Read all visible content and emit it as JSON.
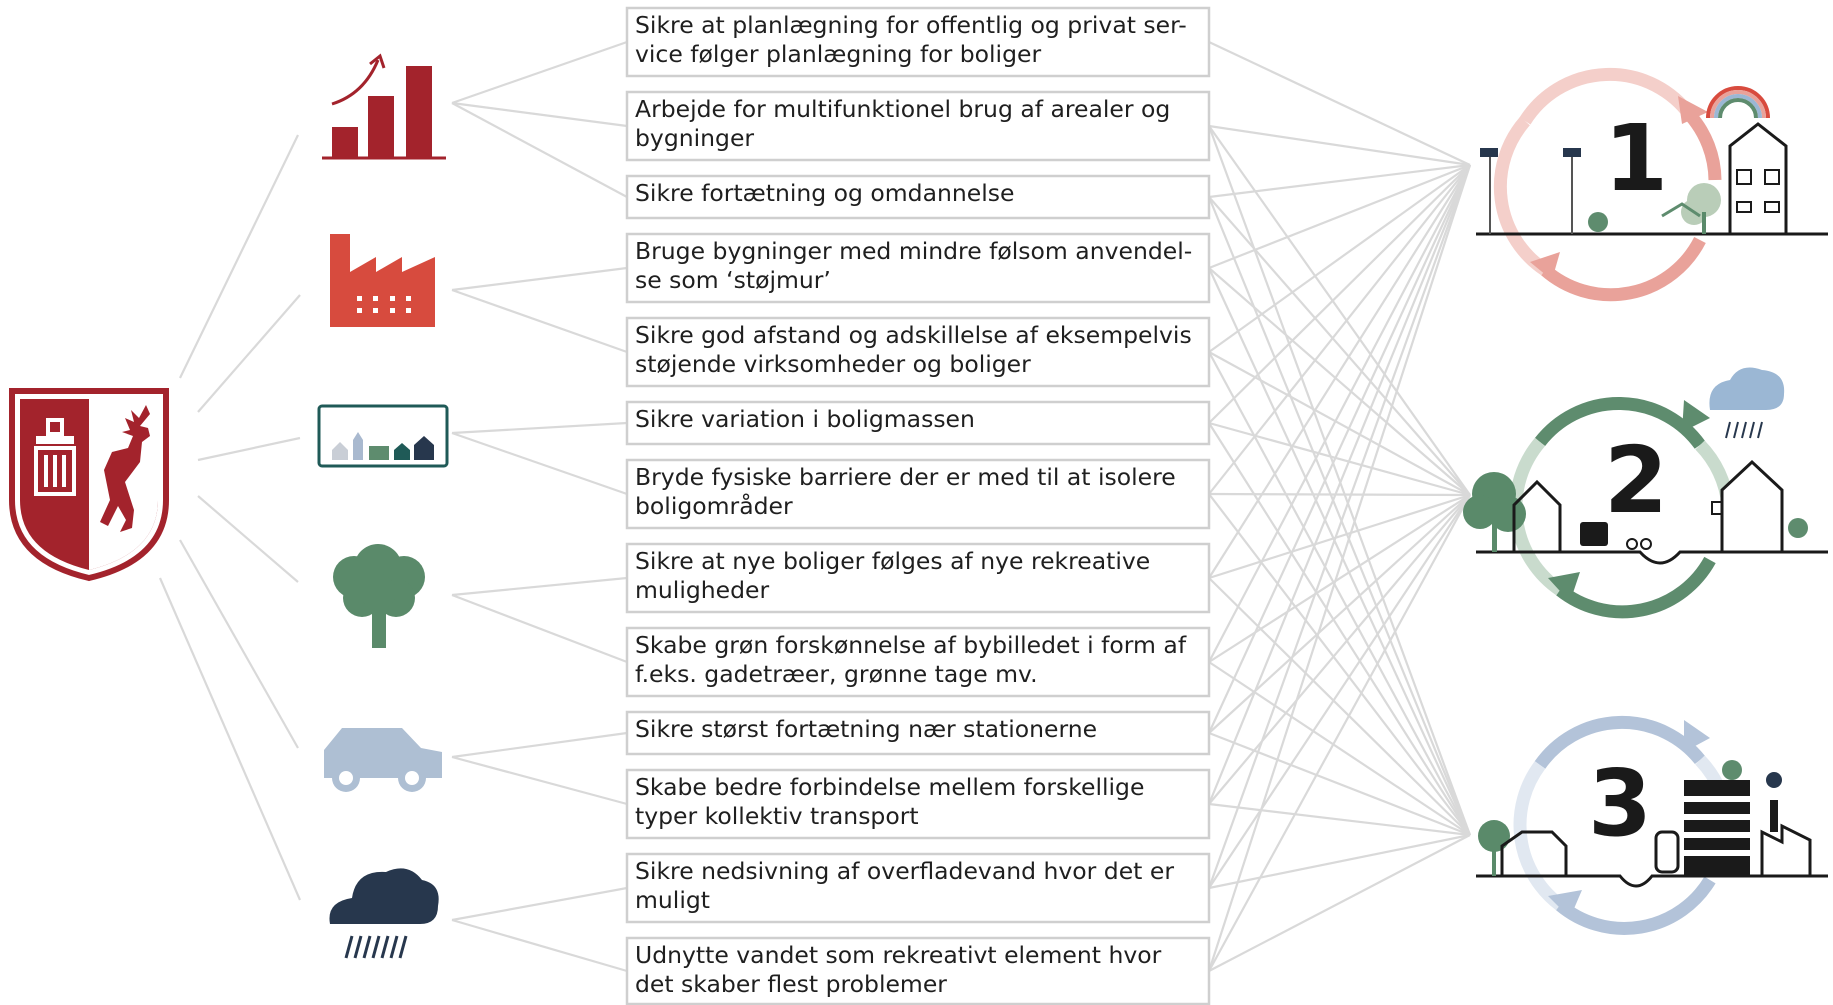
{
  "colors": {
    "line": "#d9d9d9",
    "box_border": "#cfcfcf",
    "growth": "#a3232c",
    "industry": "#d74b3e",
    "houses_frame": "#1f5a57",
    "tree": "#5a8a6a",
    "car": "#aebfd3",
    "rain": "#27374d",
    "crest": "#a3232c",
    "cycle1": "#e9a29a",
    "cycle2": "#5e8c6e",
    "cycle3": "#b3c3d9"
  },
  "crest": {
    "icon": "municipal-crest-deer-icon"
  },
  "themes": [
    {
      "icon": "growth-bar-chart-icon"
    },
    {
      "icon": "factory-icon"
    },
    {
      "icon": "housing-variation-icon"
    },
    {
      "icon": "tree-icon"
    },
    {
      "icon": "car-icon"
    },
    {
      "icon": "rain-cloud-icon"
    }
  ],
  "actions": [
    {
      "lines": [
        "Sikre at planlægning for offentlig og privat ser-",
        "vice følger planlægning for boliger"
      ]
    },
    {
      "lines": [
        "Arbejde for multifunktionel brug af arealer og",
        "bygninger"
      ]
    },
    {
      "lines": [
        "Sikre fortætning og omdannelse"
      ]
    },
    {
      "lines": [
        "Bruge bygninger med mindre følsom anvendel-",
        "se som ‘støjmur’"
      ]
    },
    {
      "lines": [
        "Sikre god afstand og adskillelse af eksempelvis",
        "støjende virksomheder og boliger"
      ]
    },
    {
      "lines": [
        "Sikre variation i boligmassen"
      ]
    },
    {
      "lines": [
        "Bryde fysiske barriere der er med til at isolere",
        "boligområder"
      ]
    },
    {
      "lines": [
        "Sikre at nye boliger følges af nye rekreative",
        "muligheder"
      ]
    },
    {
      "lines": [
        "Skabe grøn forskønnelse af bybilledet i form af",
        "f.eks. gadetræer, grønne tage mv."
      ]
    },
    {
      "lines": [
        "Sikre størst fortætning nær stationerne"
      ]
    },
    {
      "lines": [
        "Skabe bedre forbindelse mellem forskellige",
        "typer kollektiv transport"
      ]
    },
    {
      "lines": [
        "Sikre nedsivning af overfladevand hvor det er",
        "muligt"
      ]
    },
    {
      "lines": [
        "Udnytte vandet som rekreativt element hvor",
        "det skaber flest problemer"
      ]
    }
  ],
  "goals": [
    {
      "number": "1",
      "icon": "urban-life-scene-icon"
    },
    {
      "number": "2",
      "icon": "green-climate-scene-icon"
    },
    {
      "number": "3",
      "icon": "mobility-industry-scene-icon"
    }
  ],
  "links": {
    "theme_to_actions": [
      [
        0,
        1,
        2
      ],
      [
        3,
        4
      ],
      [
        5,
        6
      ],
      [
        7,
        8
      ],
      [
        9,
        10
      ],
      [
        11,
        12
      ]
    ],
    "actions_to_goals": [
      [
        0
      ],
      [
        0,
        1,
        2
      ],
      [
        0,
        1,
        2
      ],
      [
        0,
        1,
        2
      ],
      [
        0,
        1,
        2
      ],
      [
        0,
        1,
        2
      ],
      [
        0,
        1,
        2
      ],
      [
        0,
        1,
        2
      ],
      [
        0,
        1,
        2
      ],
      [
        0,
        1,
        2
      ],
      [
        0,
        1,
        2
      ],
      [
        0,
        1,
        2
      ],
      [
        0,
        1,
        2
      ]
    ]
  }
}
